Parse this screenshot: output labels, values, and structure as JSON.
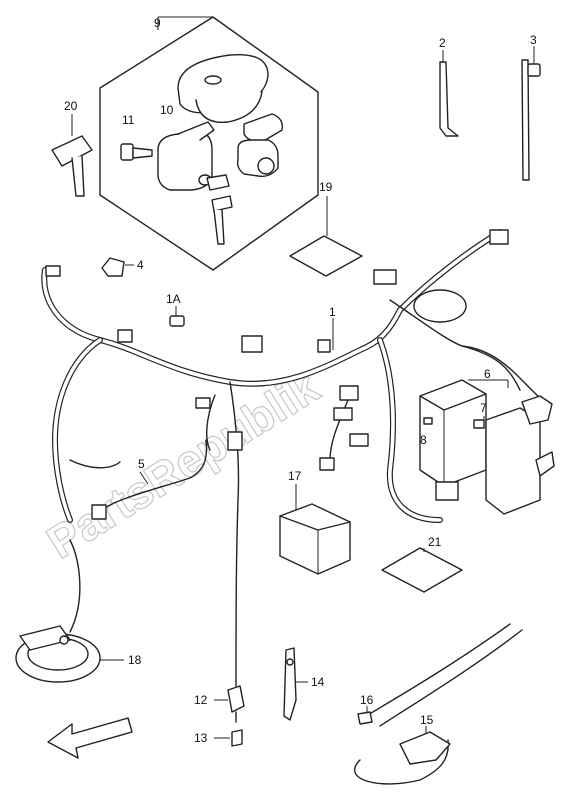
{
  "watermark": "PartsRepublik",
  "labels": {
    "l1": "1",
    "l1a": "1A",
    "l2": "2",
    "l3": "3",
    "l4": "4",
    "l5": "5",
    "l6": "6",
    "l7": "7",
    "l8": "8",
    "l9": "9",
    "l10": "10",
    "l11": "11",
    "l12": "12",
    "l13": "13",
    "l14": "14",
    "l15": "15",
    "l16": "16",
    "l17": "17",
    "l18": "18",
    "l19": "19",
    "l20": "20",
    "l21": "21"
  },
  "icons": {
    "direction_arrow": "front-direction-arrow-icon"
  }
}
